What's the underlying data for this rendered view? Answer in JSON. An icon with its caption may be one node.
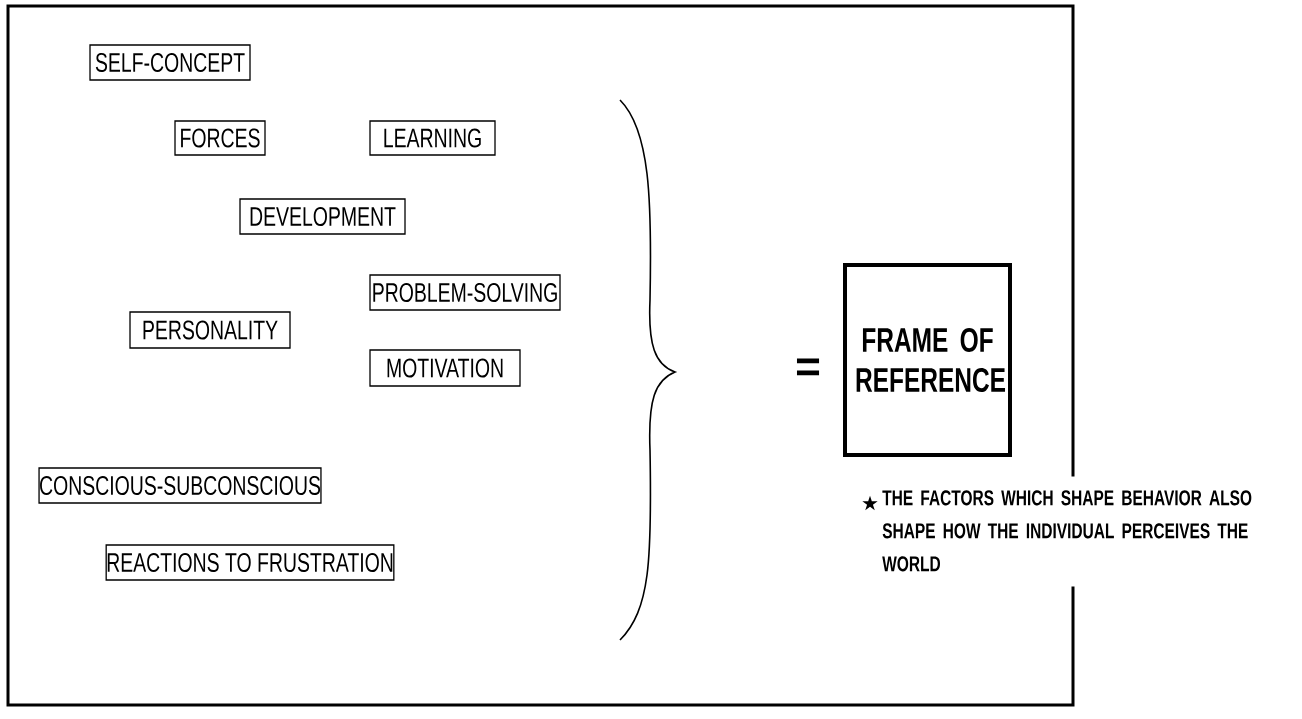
{
  "diagram": {
    "nodes": [
      {
        "text": [
          "SELF-CONCEPT"
        ]
      },
      {
        "text": [
          "FORCES"
        ]
      },
      {
        "text": [
          "LEARNING"
        ]
      },
      {
        "text": [
          "DEVELOPMENT"
        ]
      },
      {
        "text": [
          "PROBLEM-SOLVING"
        ]
      },
      {
        "text": [
          "PERSONALITY"
        ]
      },
      {
        "text": [
          "MOTIVATION"
        ]
      },
      {
        "text": [
          "CONSCIOUS-SUBCONSCIOUS"
        ]
      },
      {
        "text": [
          "REACTIONS TO FRUSTRATION"
        ]
      },
      {
        "text": [
          "FRAME OF REFERENCE"
        ]
      }
    ],
    "edges": [],
    "labels": [
      "=",
      "★",
      "THE FACTORS WHICH SHAPE BEHAVIOR ALSO SHAPE HOW THE INDIVIDUAL PERCEIVES THE WORLD"
    ]
  }
}
